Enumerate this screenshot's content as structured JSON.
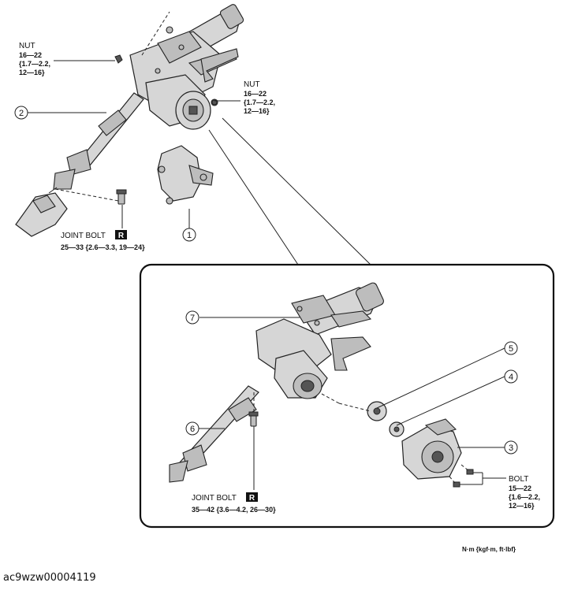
{
  "callouts": [
    "1",
    "2",
    "3",
    "4",
    "5",
    "6",
    "7"
  ],
  "labels": {
    "nut_left": [
      "NUT",
      "16—22",
      "{1.7—2.2,",
      "12—16}"
    ],
    "nut_right": [
      "NUT",
      "16—22",
      "{1.7—2.2,",
      "12—16}"
    ],
    "joint_bolt_upper": {
      "title": "JOINT BOLT",
      "badge": "R",
      "torque": "25—33 {2.6—3.3, 19—24}"
    },
    "joint_bolt_lower": {
      "title": "JOINT BOLT",
      "badge": "R",
      "torque": "35—42 {3.6—4.2, 26—30}"
    },
    "bolt": [
      "BOLT",
      "15—22",
      "{1.6—2.2,",
      "12—16}"
    ]
  },
  "units": "N·m {kgf·m, ft·lbf}",
  "image_code": "ac9wzw00004119"
}
